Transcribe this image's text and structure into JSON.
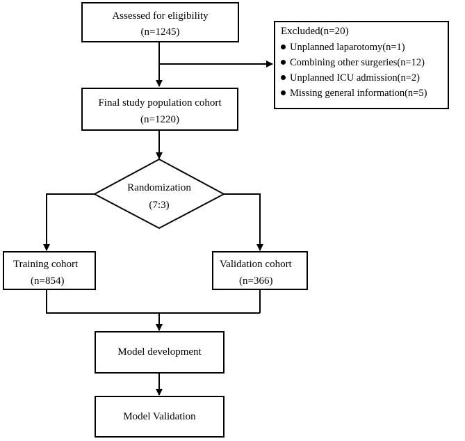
{
  "flowchart": {
    "assessed": {
      "title": "Assessed for eligibility",
      "count": "(n=1245)"
    },
    "excluded": {
      "title": "Excluded(n=20)",
      "items": [
        "Unplanned laparotomy(n=1)",
        "Combining other surgeries(n=12)",
        "Unplanned ICU admission(n=2)",
        "Missing general information(n=5)"
      ]
    },
    "final_cohort": {
      "title": "Final study population cohort",
      "count": "(n=1220)"
    },
    "randomization": {
      "title": "Randomization",
      "ratio": "(7:3)"
    },
    "training": {
      "title": "Training cohort",
      "count": "(n=854)"
    },
    "validation": {
      "title": "Validation cohort",
      "count": "(n=366)"
    },
    "model_development": {
      "title": "Model development"
    },
    "model_validation": {
      "title": "Model Validation"
    }
  }
}
